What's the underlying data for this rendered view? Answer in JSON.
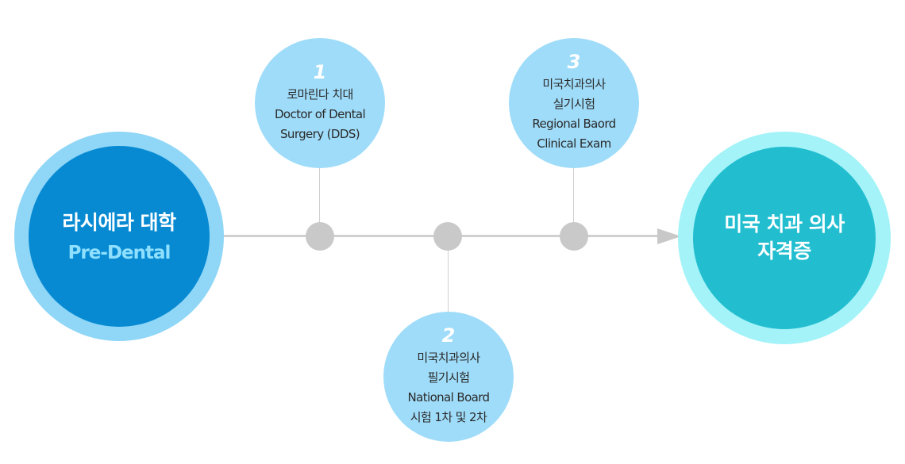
{
  "start": {
    "title": "라시에라 대학",
    "subtitle": "Pre-Dental"
  },
  "end": {
    "title_line1": "미국 치과 의사",
    "title_line2": "자격증"
  },
  "steps": [
    {
      "number": "1",
      "lines": [
        "로마린다 치대",
        "Doctor of Dental",
        "Surgery (DDS)"
      ]
    },
    {
      "number": "2",
      "lines": [
        "미국치과의사",
        "필기시험",
        "National Board",
        "시험 1차 및 2차"
      ]
    },
    {
      "number": "3",
      "lines": [
        "미국치과의사",
        "실기시험",
        "Regional Baord",
        "Clinical Exam"
      ]
    }
  ],
  "colors": {
    "start_outer": "#8fd6f7",
    "start_inner": "#078ad2",
    "end_outer": "#a3f3f8",
    "end_inner": "#22bed0",
    "step_fill": "#9fdcf9",
    "line": "#d0d0d0"
  }
}
